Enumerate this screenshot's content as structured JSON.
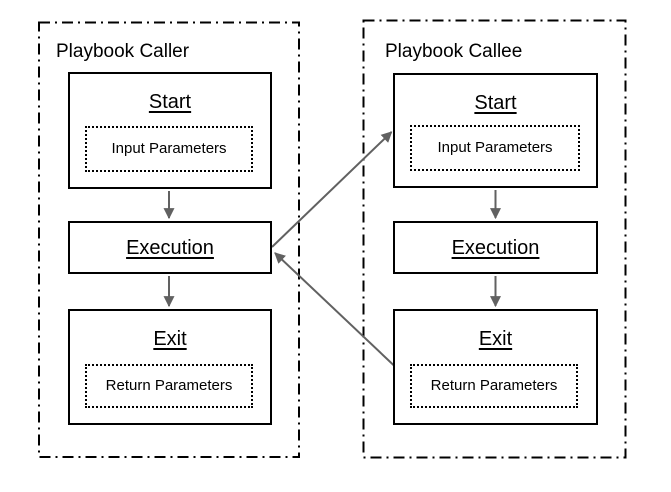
{
  "styles": {
    "box_border_color": "#000000",
    "arrow_color": "#616161",
    "text_color": "#000000",
    "bg_color": "#ffffff"
  },
  "lanes": [
    {
      "title": "Playbook Caller",
      "nodes": [
        {
          "title": "Start",
          "param": "Input Parameters"
        },
        {
          "title": "Execution"
        },
        {
          "title": "Exit",
          "param": "Return Parameters"
        }
      ]
    },
    {
      "title": "Playbook Callee",
      "nodes": [
        {
          "title": "Start",
          "param": "Input Parameters"
        },
        {
          "title": "Execution"
        },
        {
          "title": "Exit",
          "param": "Return Parameters"
        }
      ]
    }
  ],
  "edges": [
    {
      "from": "caller-start",
      "to": "caller-execution"
    },
    {
      "from": "caller-execution",
      "to": "caller-exit"
    },
    {
      "from": "callee-start",
      "to": "callee-execution"
    },
    {
      "from": "callee-execution",
      "to": "callee-exit"
    },
    {
      "from": "caller-execution",
      "to": "callee-start"
    },
    {
      "from": "callee-exit",
      "to": "caller-execution"
    }
  ]
}
